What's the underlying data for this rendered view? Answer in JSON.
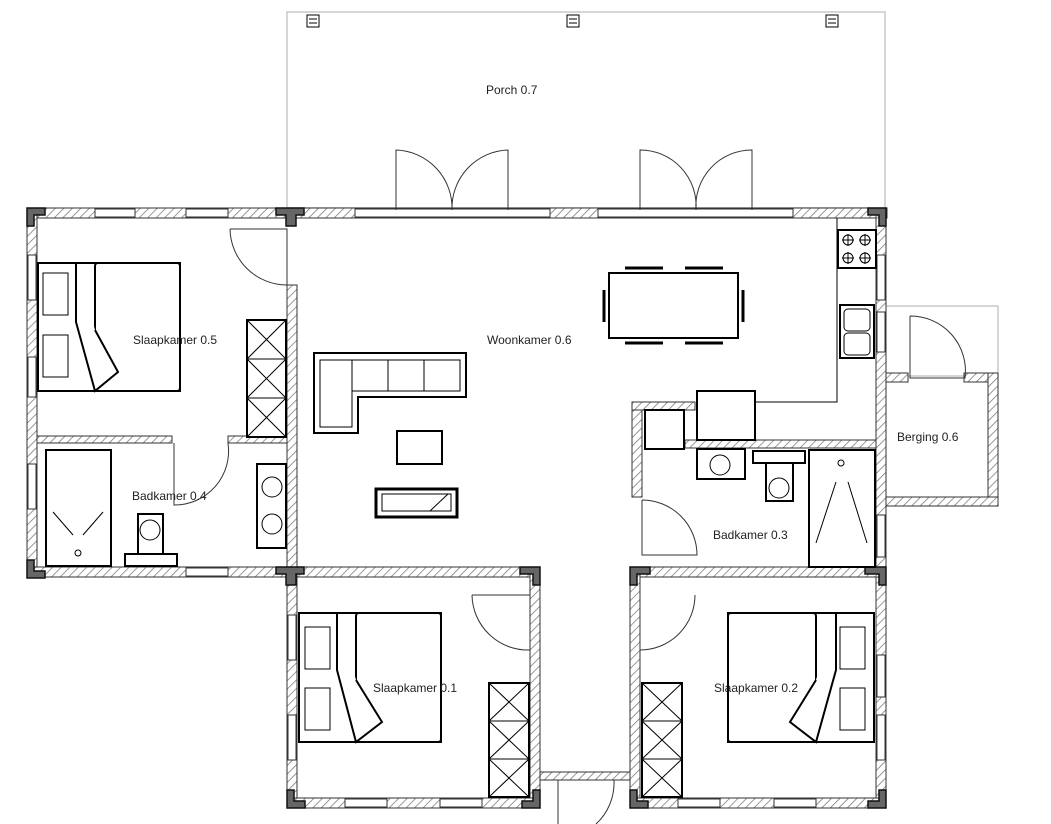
{
  "title": "Floor plan",
  "rooms": {
    "porch": "Porch 0.7",
    "woonkamer": "Woonkamer 0.6",
    "slaapkamer5": "Slaapkamer 0.5",
    "badkamer4": "Badkamer 0.4",
    "badkamer3": "Badkamer 0.3",
    "berging": "Berging 0.6",
    "slaapkamer1": "Slaapkamer 0.1",
    "slaapkamer2": "Slaapkamer 0.2"
  },
  "colors": {
    "wall_stroke": "#333333",
    "column": "#666666",
    "porch_outline": "#c8c8c8"
  }
}
